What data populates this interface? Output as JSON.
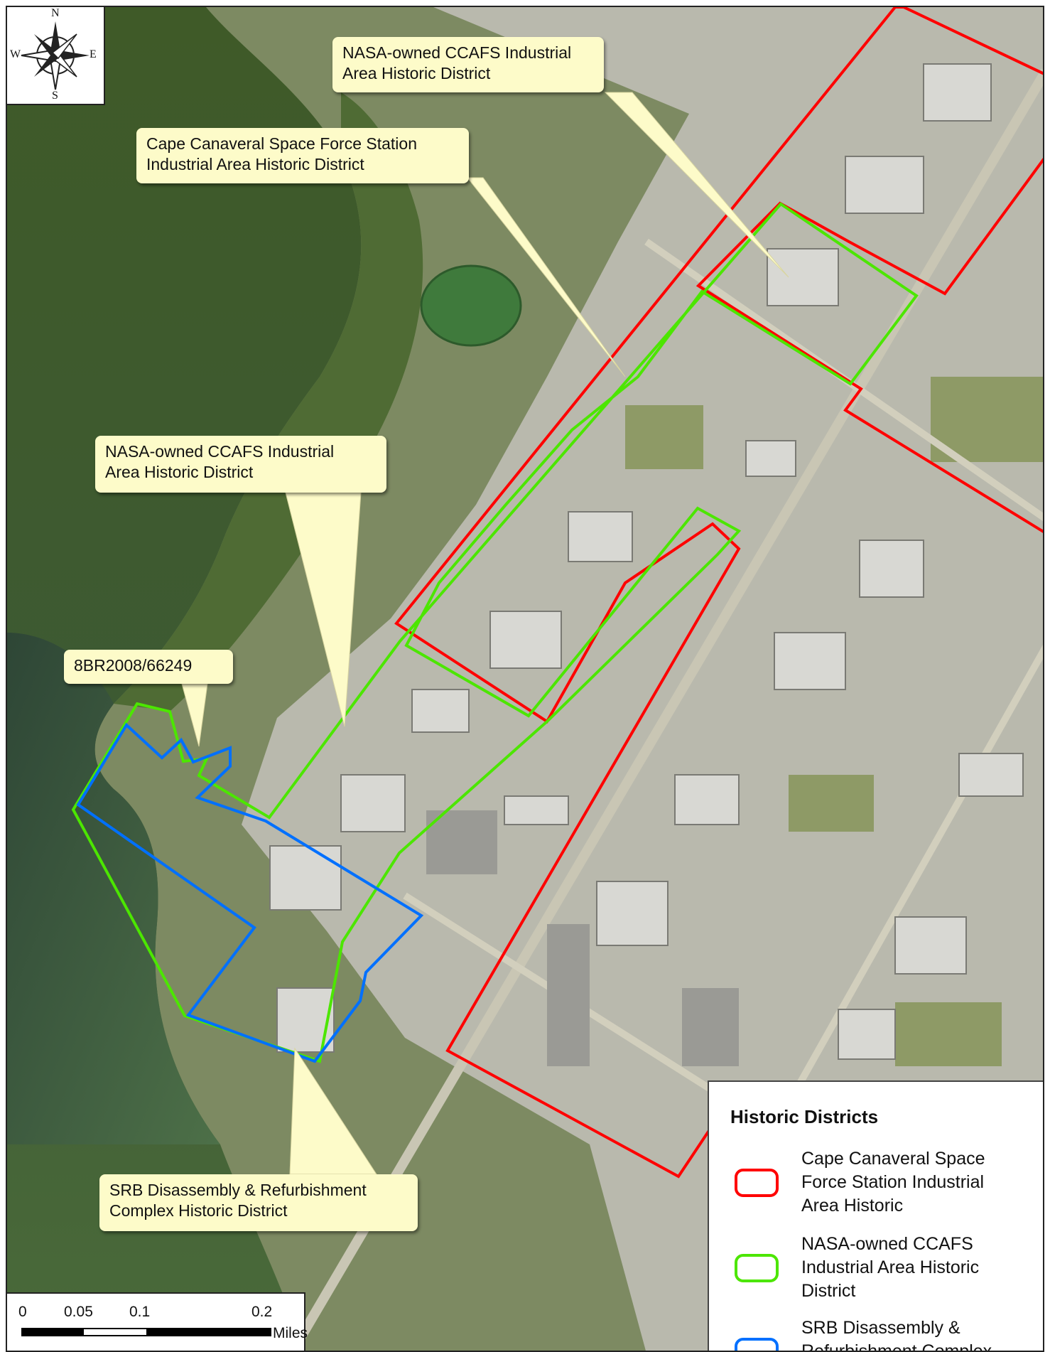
{
  "north_arrow": {
    "n": "N",
    "s": "S",
    "e": "E",
    "w": "W"
  },
  "callouts": [
    {
      "id": "nasa-top",
      "lines": [
        "NASA-owned CCAFS Industrial",
        "Area Historic District"
      ]
    },
    {
      "id": "ccsfs",
      "lines": [
        "Cape Canaveral Space Force Station",
        "Industrial Area Historic District"
      ]
    },
    {
      "id": "nasa-mid",
      "lines": [
        "NASA-owned CCAFS Industrial",
        "Area Historic District"
      ]
    },
    {
      "id": "site",
      "lines": [
        "8BR2008/66249"
      ]
    },
    {
      "id": "srb",
      "lines": [
        "SRB Disassembly & Refurbishment",
        "Complex Historic District"
      ]
    }
  ],
  "legend": {
    "title": "Historic Districts",
    "items": [
      {
        "lines": [
          "Cape Canaveral Space",
          "Force Station Industrial",
          "Area Historic"
        ],
        "color": "#ff0000"
      },
      {
        "lines": [
          "NASA-owned CCAFS",
          "Industrial Area Historic",
          "District"
        ],
        "color": "#4ce600"
      },
      {
        "lines": [
          "SRB Disassembly &",
          "Refurbishment Complex"
        ],
        "color": "#0070ff"
      }
    ]
  },
  "scale_bar": {
    "ticks": [
      "0",
      "0.05",
      "0.1",
      "0.2"
    ],
    "unit": "Miles"
  }
}
